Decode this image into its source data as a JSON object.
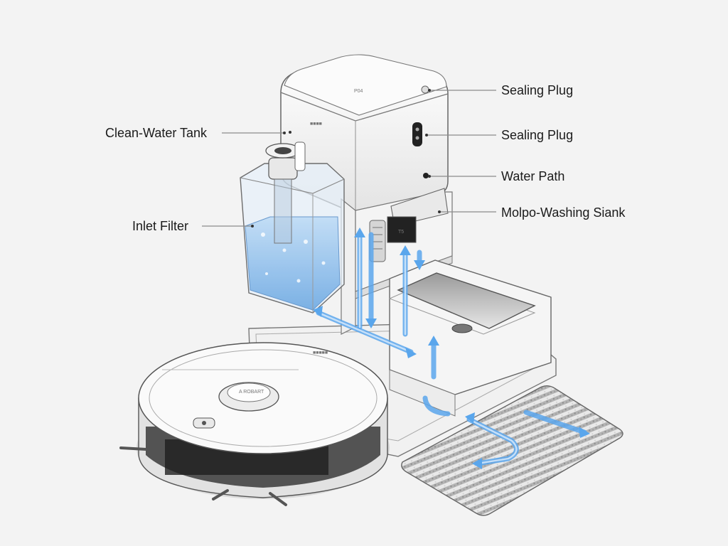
{
  "labels": {
    "clean_water_tank": "Clean-Water Tank",
    "inlet_filter": "Inlet Filter",
    "sealing_plug_top": "Sealing Plug",
    "sealing_plug_mid": "Sealing Plug",
    "water_path": "Water Path",
    "washing_sink": "Molpo-Washing Siank"
  },
  "markings": {
    "module_top": "P04",
    "module_badge": "■■■■",
    "robot_center": "A ROBART",
    "robot_brand": "■■■■■",
    "valve": "T5"
  },
  "colors": {
    "body": "#f7f7f7",
    "outline": "#6c6c6c",
    "water": "#8ec1ee",
    "flow": "#5aa6ec",
    "sink": "#c6c6c6",
    "pad": "#b9b9b9"
  }
}
